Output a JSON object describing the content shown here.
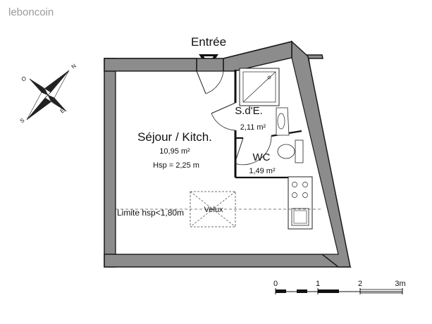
{
  "watermark": "leboncoin",
  "entrance": {
    "label": "Entrée"
  },
  "compass": {
    "n": "N",
    "s": "S",
    "e": "E",
    "o": "O"
  },
  "rooms": {
    "sejour": {
      "name": "Séjour / Kitch.",
      "area": "10,95 m²",
      "height": "Hsp = 2,25 m"
    },
    "sde": {
      "name": "S.d'E.",
      "area": "2,11 m²"
    },
    "wc": {
      "name": "WC",
      "area": "1,49 m²"
    }
  },
  "velux": {
    "label": "Velux"
  },
  "limit": {
    "label": "Limite hsp<1,80m"
  },
  "scale": {
    "t0": "0",
    "t1": "1",
    "t2": "2",
    "t3": "3m"
  },
  "colors": {
    "wall": "#8c8c8c",
    "wall_stroke": "#1a1a1a",
    "line": "#222222"
  }
}
